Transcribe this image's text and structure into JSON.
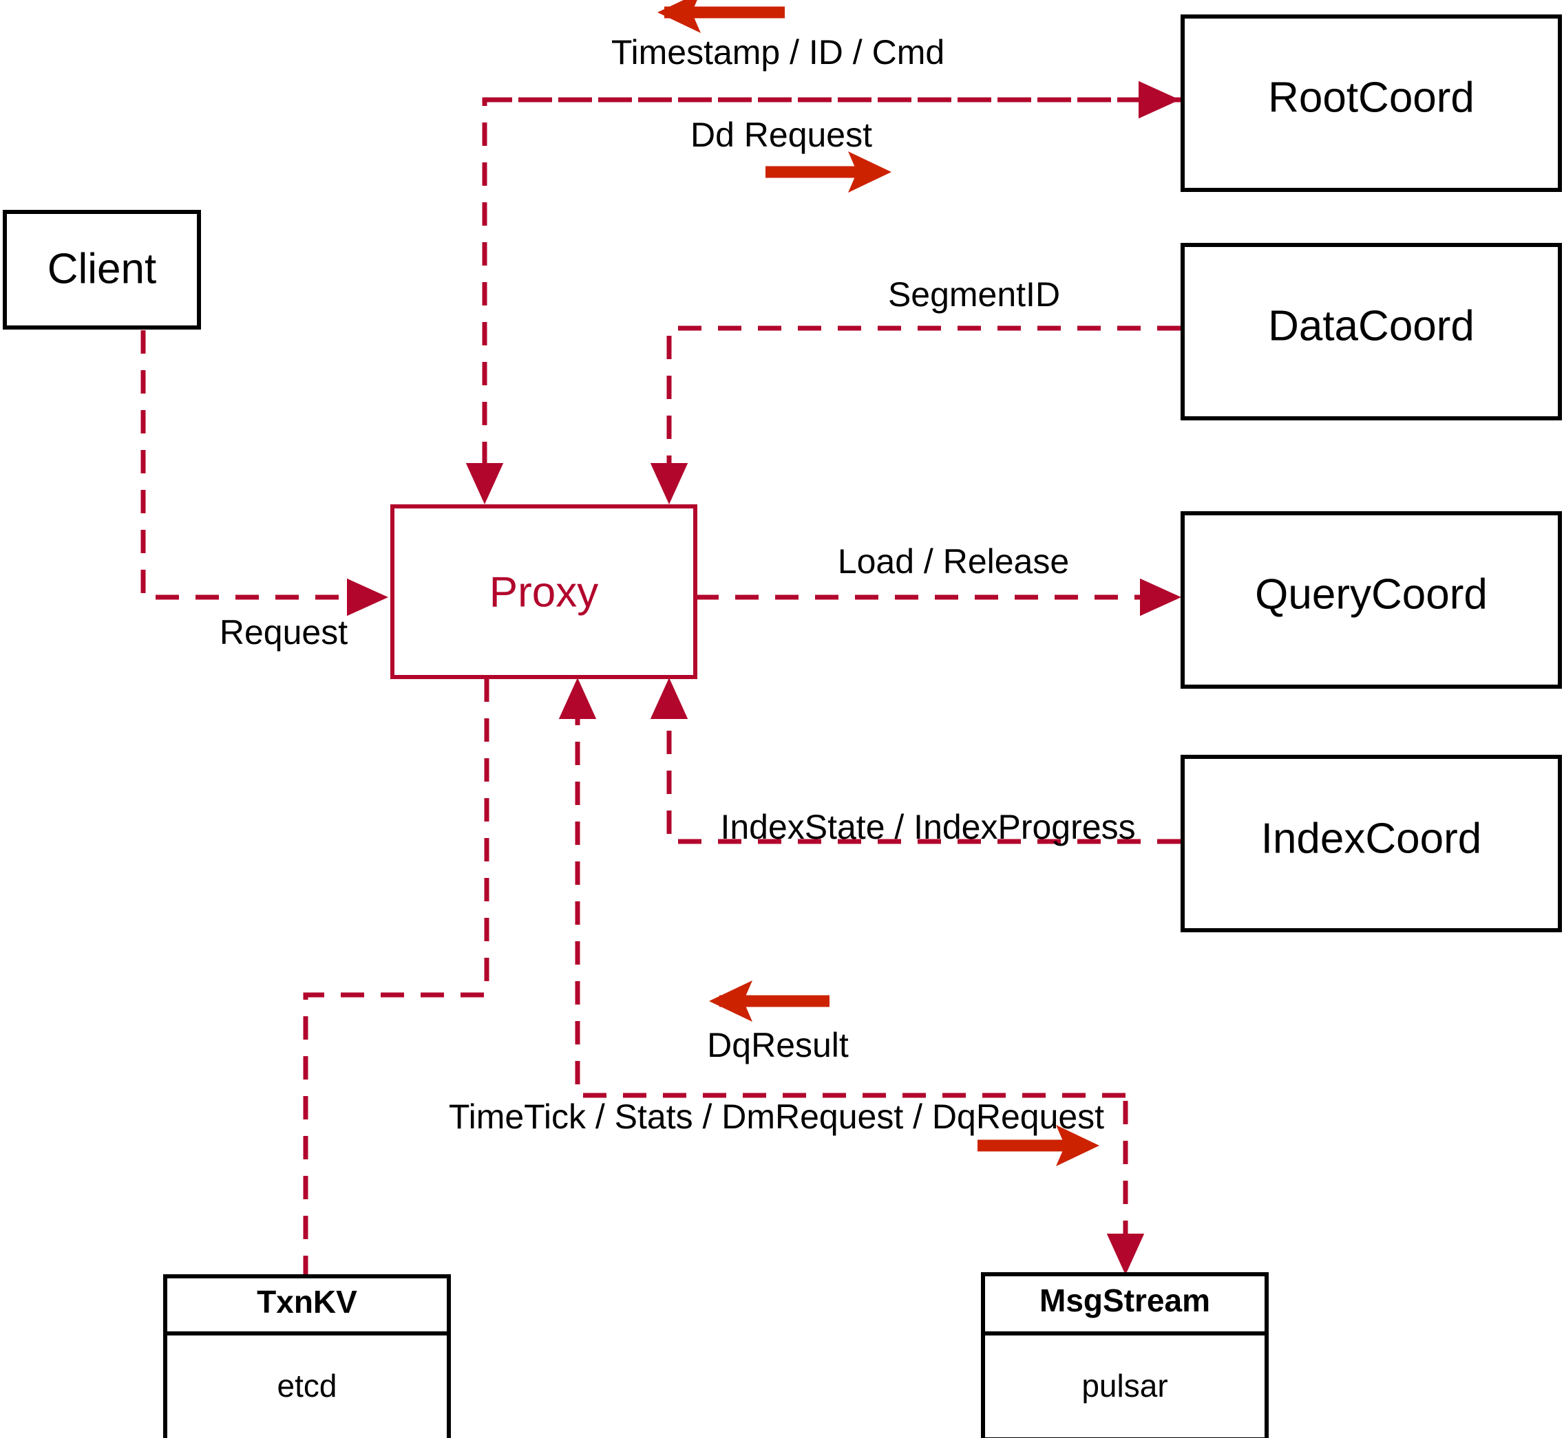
{
  "diagram": {
    "title": "Milvus Proxy interaction diagram",
    "colors": {
      "accent": "#b2062c",
      "arrow": "#cc2200",
      "node_stroke": "#000000",
      "background": "#ffffff"
    },
    "nodes": [
      {
        "id": "client",
        "label": "Client",
        "style": "plain"
      },
      {
        "id": "proxy",
        "label": "Proxy",
        "style": "accent"
      },
      {
        "id": "rootcoord",
        "label": "RootCoord",
        "style": "plain"
      },
      {
        "id": "datacoord",
        "label": "DataCoord",
        "style": "plain"
      },
      {
        "id": "querycoord",
        "label": "QueryCoord",
        "style": "plain"
      },
      {
        "id": "indexcoord",
        "label": "IndexCoord",
        "style": "plain"
      },
      {
        "id": "txnkv",
        "label": "TxnKV",
        "sublabel": "etcd",
        "style": "component"
      },
      {
        "id": "msgstream",
        "label": "MsgStream",
        "sublabel": "pulsar",
        "style": "component"
      }
    ],
    "edges": [
      {
        "id": "e-timestamp",
        "label": "Timestamp / ID / Cmd",
        "from": "rootcoord",
        "to": "proxy",
        "direction": "left"
      },
      {
        "id": "e-ddrequest",
        "label": "Dd Request",
        "from": "proxy",
        "to": "rootcoord",
        "direction": "right"
      },
      {
        "id": "e-segmentid",
        "label": "SegmentID",
        "from": "datacoord",
        "to": "proxy",
        "direction": "left"
      },
      {
        "id": "e-request",
        "label": "Request",
        "from": "client",
        "to": "proxy",
        "direction": "right"
      },
      {
        "id": "e-loadrelease",
        "label": "Load / Release",
        "from": "proxy",
        "to": "querycoord",
        "direction": "right"
      },
      {
        "id": "e-indexstate",
        "label": "IndexState / IndexProgress",
        "from": "indexcoord",
        "to": "proxy",
        "direction": "left"
      },
      {
        "id": "e-dqresult",
        "label": "DqResult",
        "from": "msgstream",
        "to": "proxy",
        "direction": "left"
      },
      {
        "id": "e-dmdq",
        "label": "TimeTick / Stats / DmRequest / DqRequest",
        "from": "proxy",
        "to": "msgstream",
        "direction": "right"
      },
      {
        "id": "e-txnkv",
        "label": "",
        "from": "proxy",
        "to": "txnkv",
        "direction": "none"
      }
    ]
  }
}
